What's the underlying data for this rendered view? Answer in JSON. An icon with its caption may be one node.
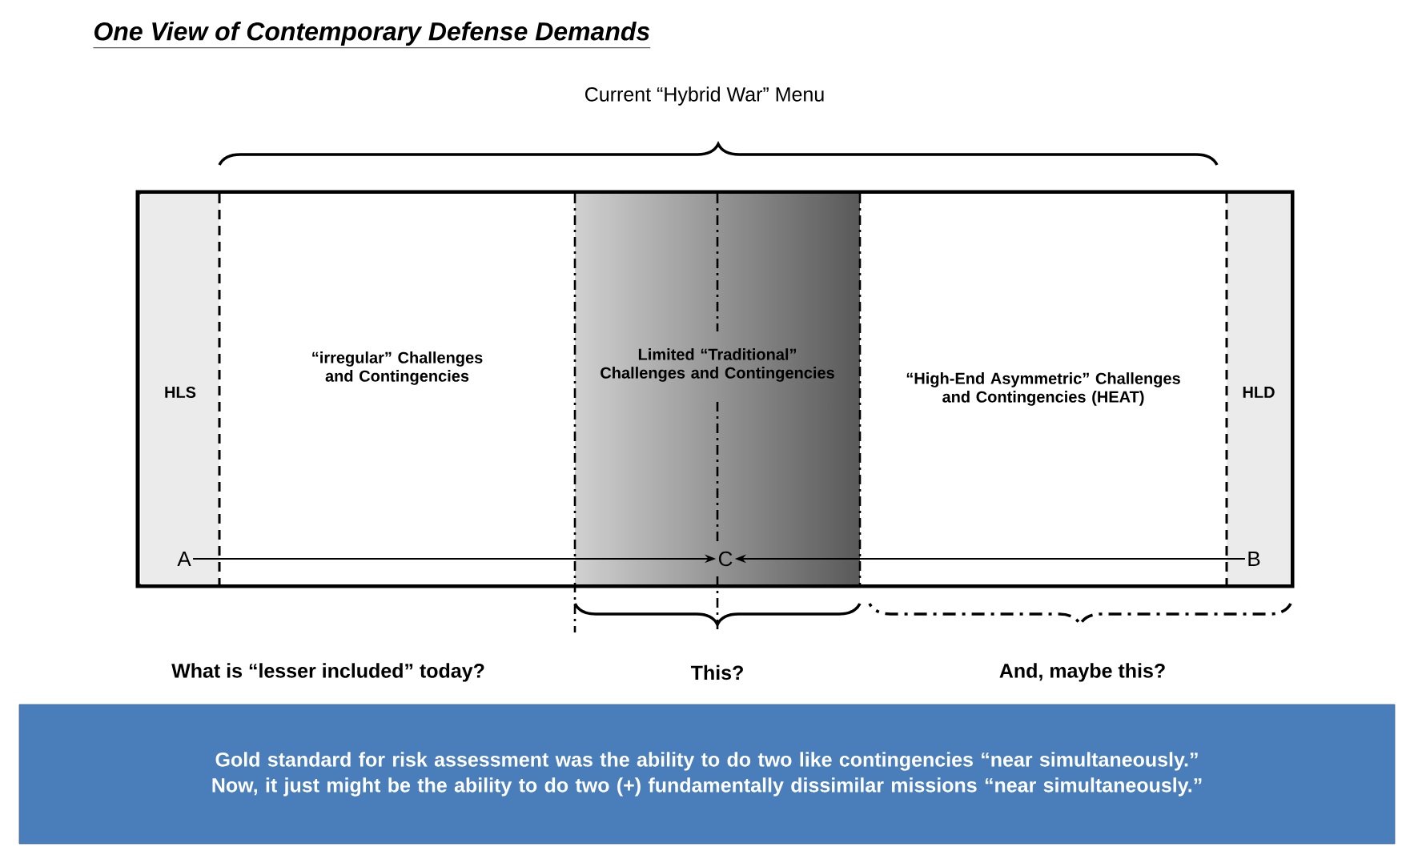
{
  "diagram": {
    "title": "One View of Contemporary Defense Demands",
    "nodes": [
      {
        "text": [
          "HLS"
        ]
      },
      {
        "text": [
          "A"
        ],
        "in": 0
      },
      {
        "text": [
          "“irregular” Challenges and Contingencies"
        ]
      },
      {
        "text": [
          "Limited “Traditional” Challenges and Contingencies"
        ]
      },
      {
        "text": [
          "C"
        ],
        "in": 3
      },
      {
        "text": [
          "“High-End Asymmetric” Challenges and Contingencies (HEAT)"
        ]
      },
      {
        "text": [
          "HLD"
        ]
      },
      {
        "text": [
          "B"
        ],
        "in": 6
      },
      {
        "text": [
          "Gold standard for risk assessment was the ability to do two like contingencies “near simultaneously.” Now, it just might be the ability to do two (+) fundamentally dissimilar missions “near simultaneously.”"
        ]
      }
    ],
    "edges": [
      {
        "from": 1,
        "to": 4,
        "arrow": "to"
      },
      {
        "from": 7,
        "to": 4,
        "arrow": "to"
      }
    ],
    "labels": [
      "Current “Hybrid War” Menu",
      "What is “lesser included” today?",
      "This?",
      "And, maybe this?"
    ]
  }
}
